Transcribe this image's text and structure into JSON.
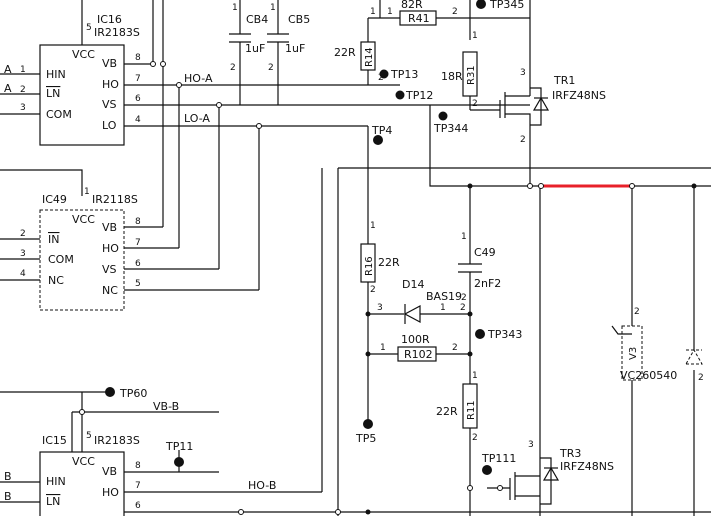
{
  "ic16": {
    "ref": "IC16",
    "part": "IR2183S",
    "vcc": "VCC",
    "pin5": "5",
    "left": [
      {
        "name": "HIN",
        "num": "1"
      },
      {
        "name": "LN",
        "num": "2"
      },
      {
        "name": "COM",
        "num": "3"
      }
    ],
    "right": [
      {
        "name": "VB",
        "num": "8"
      },
      {
        "name": "HO",
        "num": "7"
      },
      {
        "name": "VS",
        "num": "6"
      },
      {
        "name": "LO",
        "num": "4"
      }
    ]
  },
  "ic49": {
    "ref": "IC49",
    "part": "IR2118S",
    "vcc": "VCC",
    "pin1": "1",
    "left": [
      {
        "name": "IN",
        "num": "2"
      },
      {
        "name": "COM",
        "num": "3"
      },
      {
        "name": "NC",
        "num": "4"
      }
    ],
    "right": [
      {
        "name": "VB",
        "num": "8"
      },
      {
        "name": "HO",
        "num": "7"
      },
      {
        "name": "VS",
        "num": "6"
      },
      {
        "name": "NC",
        "num": "5"
      }
    ]
  },
  "ic15": {
    "ref": "IC15",
    "part": "IR2183S",
    "vcc": "VCC",
    "pin5": "5",
    "left": [
      {
        "name": "HIN"
      },
      {
        "name": "LN"
      }
    ],
    "right": [
      {
        "name": "VB",
        "num": "8"
      },
      {
        "name": "HO",
        "num": "7"
      },
      {
        "name": "",
        "num": "6"
      }
    ]
  },
  "left_labels": {
    "a1": "A",
    "n1": "1",
    "a2": "A",
    "n2": "2",
    "n3": "3",
    "b1": "B",
    "b2": "B"
  },
  "nets": {
    "ho_a": "HO-A",
    "lo_a": "LO-A",
    "vb_b": "VB-B",
    "ho_b": "HO-B"
  },
  "caps": {
    "cb4": {
      "ref": "CB4",
      "val": "1uF",
      "p1": "1",
      "p2": "2"
    },
    "cb5": {
      "ref": "CB5",
      "val": "1uF",
      "p1": "1",
      "p2": "2"
    },
    "c49": {
      "ref": "C49",
      "val": "2nF2",
      "p1": "1",
      "p2": "2"
    }
  },
  "resistors": {
    "r41": {
      "ref": "R41",
      "val": "82R",
      "p1": "1",
      "p2": "2"
    },
    "r14": {
      "ref": "R14",
      "val": "22R",
      "p1": "1",
      "p2": "2"
    },
    "r31": {
      "ref": "R31",
      "val": "18R",
      "p1": "1",
      "p2": "2"
    },
    "r16": {
      "ref": "R16",
      "val": "22R",
      "p1": "1",
      "p2": "2"
    },
    "r102": {
      "ref": "R102",
      "val": "100R",
      "p1": "1",
      "p2": "2"
    },
    "r11": {
      "ref": "R11",
      "val": "22R",
      "p1": "1",
      "p2": "2"
    }
  },
  "diode": {
    "ref": "D14",
    "part": "BAS19",
    "p3": "3",
    "p1": "1",
    "p2": "2"
  },
  "testpoints": {
    "tp345": "TP345",
    "tp13": "TP13",
    "tp12": "TP12",
    "tp344": "TP344",
    "tp4": "TP4",
    "tp343": "TP343",
    "tp60": "TP60",
    "tp5": "TP5",
    "tp11": "TP11",
    "tp111": "TP111"
  },
  "transistors": {
    "tr1": {
      "ref": "TR1",
      "part": "IRFZ48NS",
      "p3": "3",
      "p2": "2"
    },
    "tr3": {
      "ref": "TR3",
      "part": "IRFZ48NS",
      "p3": "3"
    }
  },
  "varistor": {
    "ref": "V3",
    "part": "VC260540",
    "p2": "2",
    "p2b": "2"
  },
  "colors": {
    "wire": "#111111",
    "highlight": "#e8202a",
    "background": "#ffffff"
  }
}
